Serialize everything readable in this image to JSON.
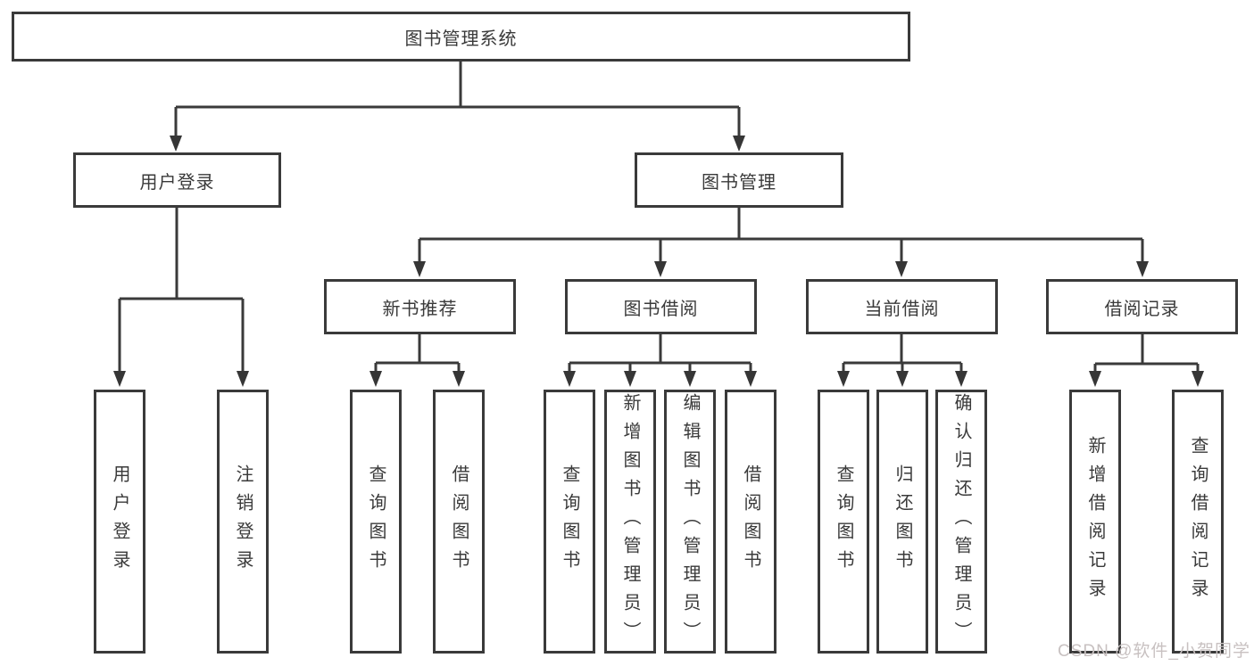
{
  "diagram": {
    "title": "图书管理系统",
    "branches": [
      {
        "label": "用户登录",
        "children": [
          "用户登录",
          "注销登录"
        ]
      },
      {
        "label": "图书管理",
        "children": [
          {
            "label": "新书推荐",
            "children": [
              "查询图书",
              "借阅图书"
            ]
          },
          {
            "label": "图书借阅",
            "children": [
              "查询图书",
              "新增图书（管理员）",
              "编辑图书（管理员）",
              "借阅图书"
            ]
          },
          {
            "label": "当前借阅",
            "children": [
              "查询图书",
              "归还图书",
              "确认归还（管理员）"
            ]
          },
          {
            "label": "借阅记录",
            "children": [
              "新增借阅记录",
              "查询借阅记录"
            ]
          }
        ]
      }
    ]
  },
  "watermark": {
    "text": "CSDN @软件_小贺同学"
  },
  "colors": {
    "line": "#3a3a3a",
    "text": "#3a3a3a",
    "box_background": "#ffffff",
    "watermark": "#c8c1c1"
  }
}
